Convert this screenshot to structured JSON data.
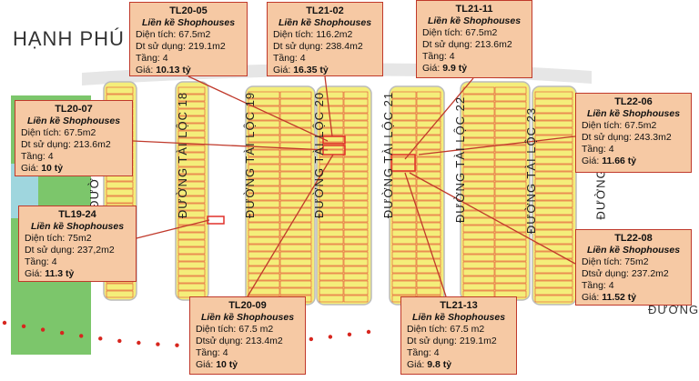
{
  "map": {
    "place_title": "HẠNH PHÚ",
    "road_bottom": "ĐƯỜNG",
    "streets": [
      {
        "id": "s18",
        "label": "ĐƯỜNG TÀI LỘC 18"
      },
      {
        "id": "s19",
        "label": "ĐƯỜNG TÀI LỘC 19"
      },
      {
        "id": "s20",
        "label": "ĐƯỜNG TÀI LỘC 20"
      },
      {
        "id": "s21",
        "label": "ĐƯỜNG TÀI LỘC 21"
      },
      {
        "id": "s22",
        "label": "ĐƯỜNG TÀI LỘC 22"
      },
      {
        "id": "s23",
        "label": "ĐƯỜNG TÀI LỘC 23"
      },
      {
        "id": "sleft",
        "label": "ĐƯỜ"
      },
      {
        "id": "sright",
        "label": "ĐƯỜNG"
      }
    ],
    "colors": {
      "lot": "#f4ee7a",
      "lot_border": "#e0302a",
      "callout_bg": "#f6c9a4",
      "callout_border": "#c0392b",
      "park": "#7cc66b",
      "water": "#9fd6de",
      "highlight": "#e0302a"
    }
  },
  "listings": [
    {
      "code": "TL20-05",
      "type": "Liền kề Shophouses",
      "area_label": "Diện tích:",
      "area": "67.5m2",
      "floor_label": "Dt sử dụng:",
      "floor": "219.1m2",
      "levels_label": "Tầng:",
      "levels": "4",
      "price_label": "Giá:",
      "price": "10.13 tỷ"
    },
    {
      "code": "TL21-02",
      "type": "Liền kề Shophouses",
      "area_label": "Diện tích:",
      "area": "116.2m2",
      "floor_label": "Dt sử dụng:",
      "floor": "238.4m2",
      "levels_label": "Tầng:",
      "levels": "4",
      "price_label": "Giá:",
      "price": "16.35 tỷ"
    },
    {
      "code": "TL21-11",
      "type": "Liền kề Shophouses",
      "area_label": "Diện tích:",
      "area": "67.5m2",
      "floor_label": "Dt sử dụng:",
      "floor": "213.6m2",
      "levels_label": "Tầng:",
      "levels": "4",
      "price_label": "Giá:",
      "price": "9.9 tỷ"
    },
    {
      "code": "TL20-07",
      "type": "Liền kề Shophouses",
      "area_label": "Diện tích:",
      "area": "67.5m2",
      "floor_label": "Dt sử dụng:",
      "floor": "213.6m2",
      "levels_label": "Tầng:",
      "levels": "4",
      "price_label": "Giá:",
      "price": "10 tỷ"
    },
    {
      "code": "TL22-06",
      "type": "Liền kề Shophouses",
      "area_label": "Diện tích:",
      "area": "67.5m2",
      "floor_label": "Dt sử dụng:",
      "floor": "243.3m2",
      "levels_label": "Tầng:",
      "levels": "4",
      "price_label": "Giá:",
      "price": "11.66 tỷ"
    },
    {
      "code": "TL19-24",
      "type": "Liền kề Shophouses",
      "area_label": "Diện tích:",
      "area": "75m2",
      "floor_label": "Dt sử dụng:",
      "floor": "237,2m2",
      "levels_label": "Tầng:",
      "levels": "4",
      "price_label": "Giá:",
      "price": "11.3 tỷ"
    },
    {
      "code": "TL22-08",
      "type": "Liền kề Shophouses",
      "area_label": "Diện tích:",
      "area": "75m2",
      "floor_label": "Dtsử dụng:",
      "floor": "237.2m2",
      "levels_label": "Tầng:",
      "levels": "4",
      "price_label": "Giá:",
      "price": "11.52 tỷ"
    },
    {
      "code": "TL20-09",
      "type": "Liền kề Shophouses",
      "area_label": "Diện tích:",
      "area": "67.5 m2",
      "floor_label": "Dtsử dụng:",
      "floor": "213.4m2",
      "levels_label": "Tầng:",
      "levels": "4",
      "price_label": "Giá:",
      "price": "10 tỷ"
    },
    {
      "code": "TL21-13",
      "type": "Liền kề Shophouses",
      "area_label": "Diện tích:",
      "area": "67.5 m2",
      "floor_label": "Dt sử dụng:",
      "floor": "219.1m2",
      "levels_label": "Tầng:",
      "levels": "4",
      "price_label": "Giá:",
      "price": "9.8 tỷ"
    }
  ]
}
